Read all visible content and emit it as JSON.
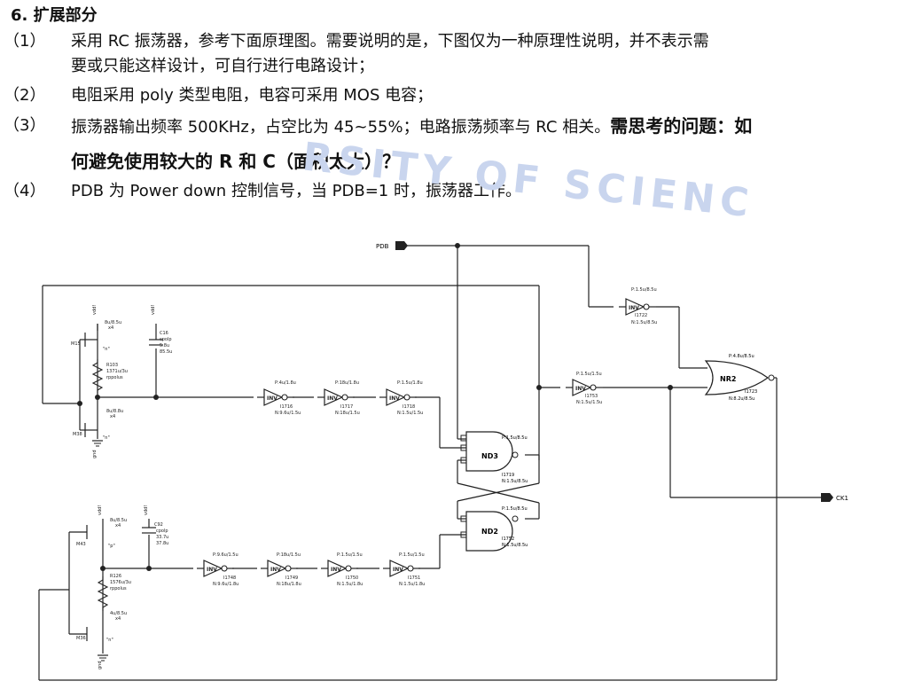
{
  "doc": {
    "heading": "6.  扩展部分",
    "items": [
      {
        "num": "（1）",
        "line1": "采用 RC 振荡器，参考下面原理图。需要说明的是，下图仅为一种原理性说明，并不表示需",
        "line2": "要或只能这样设计，可自行进行电路设计；"
      },
      {
        "num": "（2）",
        "line1": "电阻采用 poly 类型电阻，电容可采用 MOS 电容；"
      },
      {
        "num": "（3）",
        "line1": "振荡器输出频率 500KHz，占空比为 45~55%；电路振荡频率与 RC 相关。",
        "bold1": "需思考的问题：如",
        "line2": "何避免使用较大的 R 和 C（面积太大）？"
      },
      {
        "num": "（4）",
        "line1": "PDB 为 Power down 控制信号，当 PDB=1 时，振荡器工作。"
      }
    ]
  },
  "watermark": "RSITY OF SCIENC",
  "schematic": {
    "pins": {
      "pdb": "PDB",
      "ck": "CK1"
    },
    "upper_branch": {
      "vdd": "vdd!",
      "gnd": "gnd",
      "pmos": {
        "name": "M15",
        "size": "8u/8.5u",
        "m": "x4"
      },
      "node_n": "\"n\"",
      "resistor": {
        "name": "R103",
        "value": "1371u/3u",
        "type": "rppolus"
      },
      "cap": {
        "name": "C16",
        "type": "cpolp",
        "vals": [
          "5.8u",
          "85.5u"
        ]
      },
      "nmos": {
        "name": "M38",
        "size": "8u/8.8u",
        "m": "x4",
        "label": "\"n\""
      },
      "invs": [
        {
          "id": "I1716",
          "p": "P:4u/1.8u",
          "n": "N:9.6u/1.5u"
        },
        {
          "id": "I1717",
          "p": "P:18u/1.8u",
          "n": "N:18u/1.5u"
        },
        {
          "id": "I1718",
          "p": "P:1.5u/1.8u",
          "n": "N:1.5u/1.5u"
        }
      ]
    },
    "lower_branch": {
      "vdd": "vdd!",
      "gnd": "gnd",
      "pmos": {
        "name": "M43",
        "size": "8u/8.5u",
        "m": "x4"
      },
      "node_p": "\"p\"",
      "resistor": {
        "name": "R126",
        "value": "1576u/3u",
        "type": "rppolus"
      },
      "cap": {
        "name": "C92",
        "type": "cpolp",
        "vals": [
          "33.7u",
          "37.8u"
        ]
      },
      "nmos": {
        "name": "M36",
        "size": "4u/8.5u",
        "m": "x4",
        "label": "\"n\""
      },
      "invs": [
        {
          "id": "I1748",
          "p": "P:9.6u/1.5u",
          "n": "N:9.6u/1.8u"
        },
        {
          "id": "I1749",
          "p": "P:18u/1.5u",
          "n": "N:18u/1.8u"
        },
        {
          "id": "I1750",
          "p": "P:1.5u/1.5u",
          "n": "N:1.5u/1.8u"
        },
        {
          "id": "I1751",
          "p": "P:1.5u/1.5u",
          "n": "N:1.5u/1.8u"
        }
      ]
    },
    "latch": {
      "nd3": {
        "label": "ND3",
        "id": "I1719",
        "p": "P:1.5u/8.5u",
        "n": "N:1.5u/8.5u"
      },
      "nd2": {
        "label": "ND2",
        "id": "I1752",
        "p": "P:1.5u/8.5u",
        "n": "N:1.5u/8.5u"
      }
    },
    "out_inv": {
      "label": "INV",
      "id": "I1753",
      "p": "P:1.5u/1.5u",
      "n": "N:1.5u/1.5u"
    },
    "pdb_inv": {
      "label": "INV",
      "id": "I1722",
      "p": "P:1.5u/8.5u",
      "n": "N:1.5u/8.5u"
    },
    "nr2": {
      "label": "NR2",
      "id": "I1723",
      "p": "P:4.8u/8.5u",
      "n": "N:8.2u/8.5u"
    },
    "inv_label": "INV"
  }
}
